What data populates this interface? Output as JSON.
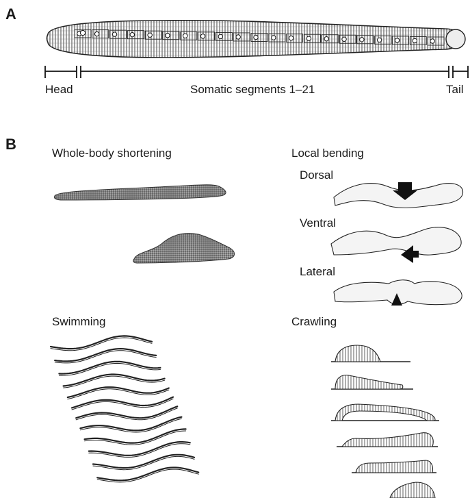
{
  "panel_a": {
    "letter": "A",
    "labels": {
      "head": "Head",
      "segments": "Somatic segments 1–21",
      "tail": "Tail"
    }
  },
  "panel_b": {
    "letter": "B",
    "whole_body": {
      "title": "Whole-body shortening"
    },
    "local_bending": {
      "title": "Local bending",
      "dorsal": "Dorsal",
      "ventral": "Ventral",
      "lateral": "Lateral"
    },
    "swimming": {
      "title": "Swimming"
    },
    "crawling": {
      "title": "Crawling"
    }
  }
}
